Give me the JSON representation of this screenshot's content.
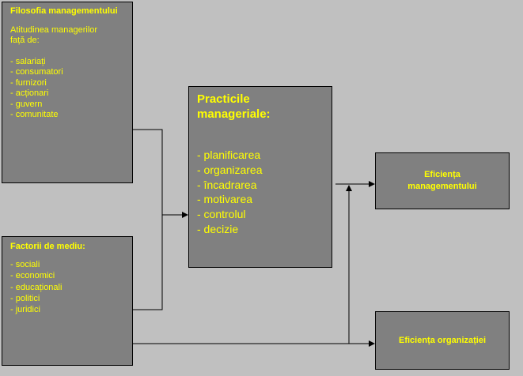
{
  "philosophy": {
    "title": "Filosofia managementului",
    "subtitle": "Atitudinea managerilor față de:",
    "items": [
      "- salariați",
      "- consumatori",
      "- furnizori",
      "- acționari",
      "- guvern",
      "- comunitate"
    ]
  },
  "environment": {
    "title": "Factorii de mediu:",
    "items": [
      "- sociali",
      "- economici",
      "- educaționali",
      "- politici",
      "- juridici"
    ]
  },
  "practices": {
    "title": "Practicile manageriale:",
    "items": [
      "- planificarea",
      "- organizarea",
      "- încadrarea",
      "- motivarea",
      "- controlul",
      "- decizie"
    ]
  },
  "mgmt_efficiency": {
    "line1": "Eficiența",
    "line2": "managementului"
  },
  "org_efficiency": {
    "label": "Eficiența organizației"
  },
  "colors": {
    "background": "#c0c0c0",
    "box_fill": "#808080",
    "text": "#ffff00",
    "line": "#000000"
  }
}
